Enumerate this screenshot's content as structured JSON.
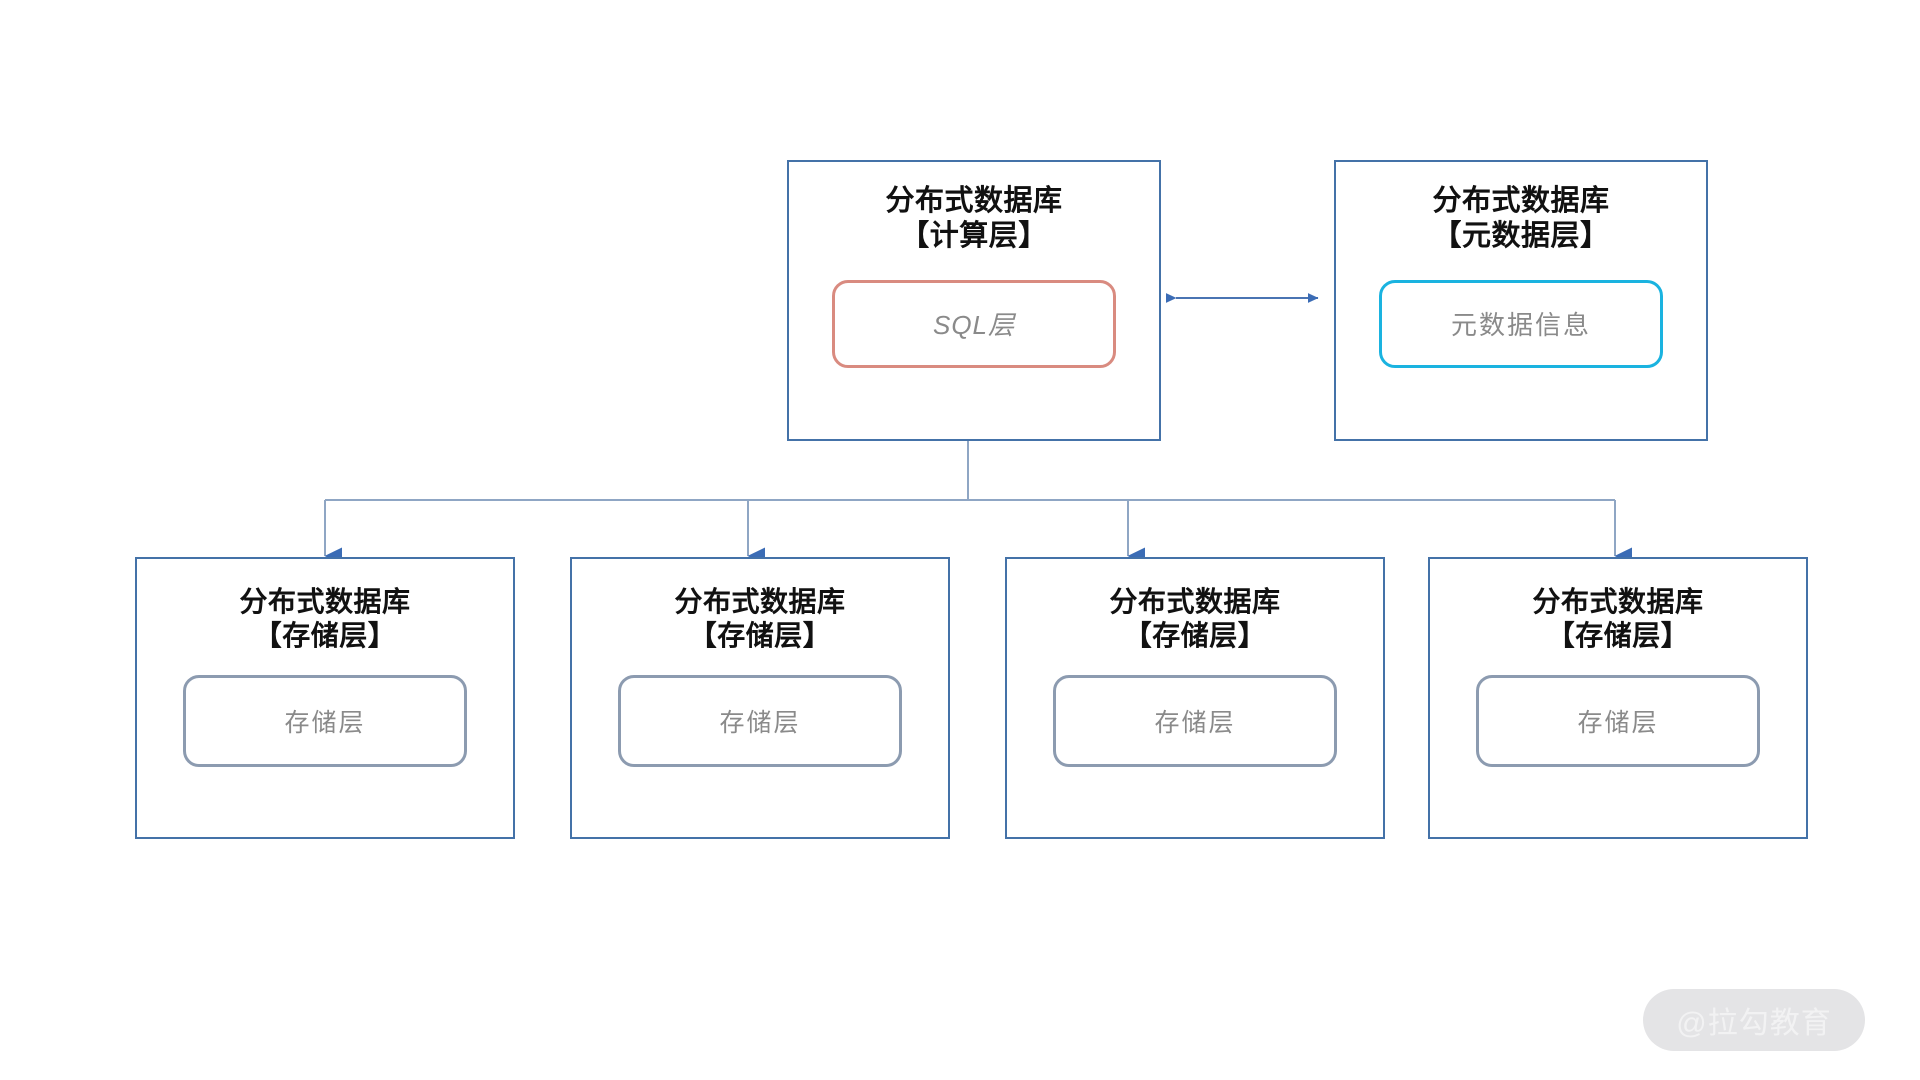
{
  "diagram": {
    "type": "hierarchy",
    "background_color": "#ffffff",
    "palette": {
      "box_border": "#4472a8",
      "connector_line": "#8fa6c4",
      "arrow_head": "#3b6cb5",
      "sql_pill_border": "#d98b80",
      "metadata_pill_border": "#1ab3e0",
      "storage_pill_border": "#8c9bb0",
      "title_text": "#111111",
      "pill_text": "#8a8a8a",
      "watermark_pill": "#e4e4e6",
      "watermark_text": "#f2f2f3"
    },
    "top_row": [
      {
        "id": "compute",
        "title": "分布式数据库\n【计算层】",
        "pill_label": "SQL层"
      },
      {
        "id": "metadata",
        "title": "分布式数据库\n【元数据层】",
        "pill_label": "元数据信息"
      }
    ],
    "storage_row": [
      {
        "id": "storage-0",
        "title": "分布式数据库\n【存储层】",
        "pill_label": "存储层"
      },
      {
        "id": "storage-1",
        "title": "分布式数据库\n【存储层】",
        "pill_label": "存储层"
      },
      {
        "id": "storage-2",
        "title": "分布式数据库\n【存储层】",
        "pill_label": "存储层"
      },
      {
        "id": "storage-3",
        "title": "分布式数据库\n【存储层】",
        "pill_label": "存储层"
      }
    ],
    "connectors": [
      {
        "id": "compute-metadata-link",
        "kind": "bidirectional-arrow",
        "from": "compute",
        "to": "metadata"
      },
      {
        "id": "compute-storage-fanout",
        "kind": "tree-fanout-arrows",
        "from": "compute",
        "to": [
          "storage-0",
          "storage-1",
          "storage-2",
          "storage-3"
        ]
      }
    ]
  },
  "watermark": {
    "text": "@拉勾教育"
  }
}
